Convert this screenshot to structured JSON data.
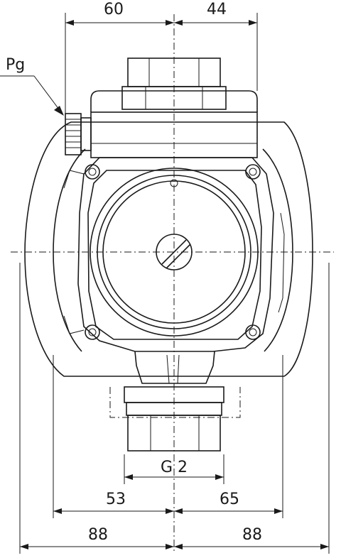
{
  "drawing": {
    "dimensions": {
      "top_left": "60",
      "top_right": "44",
      "thread": "G 2",
      "lower_left": "53",
      "lower_right": "65",
      "bottom_left": "88",
      "bottom_right": "88"
    },
    "callout_label": "Pg"
  }
}
